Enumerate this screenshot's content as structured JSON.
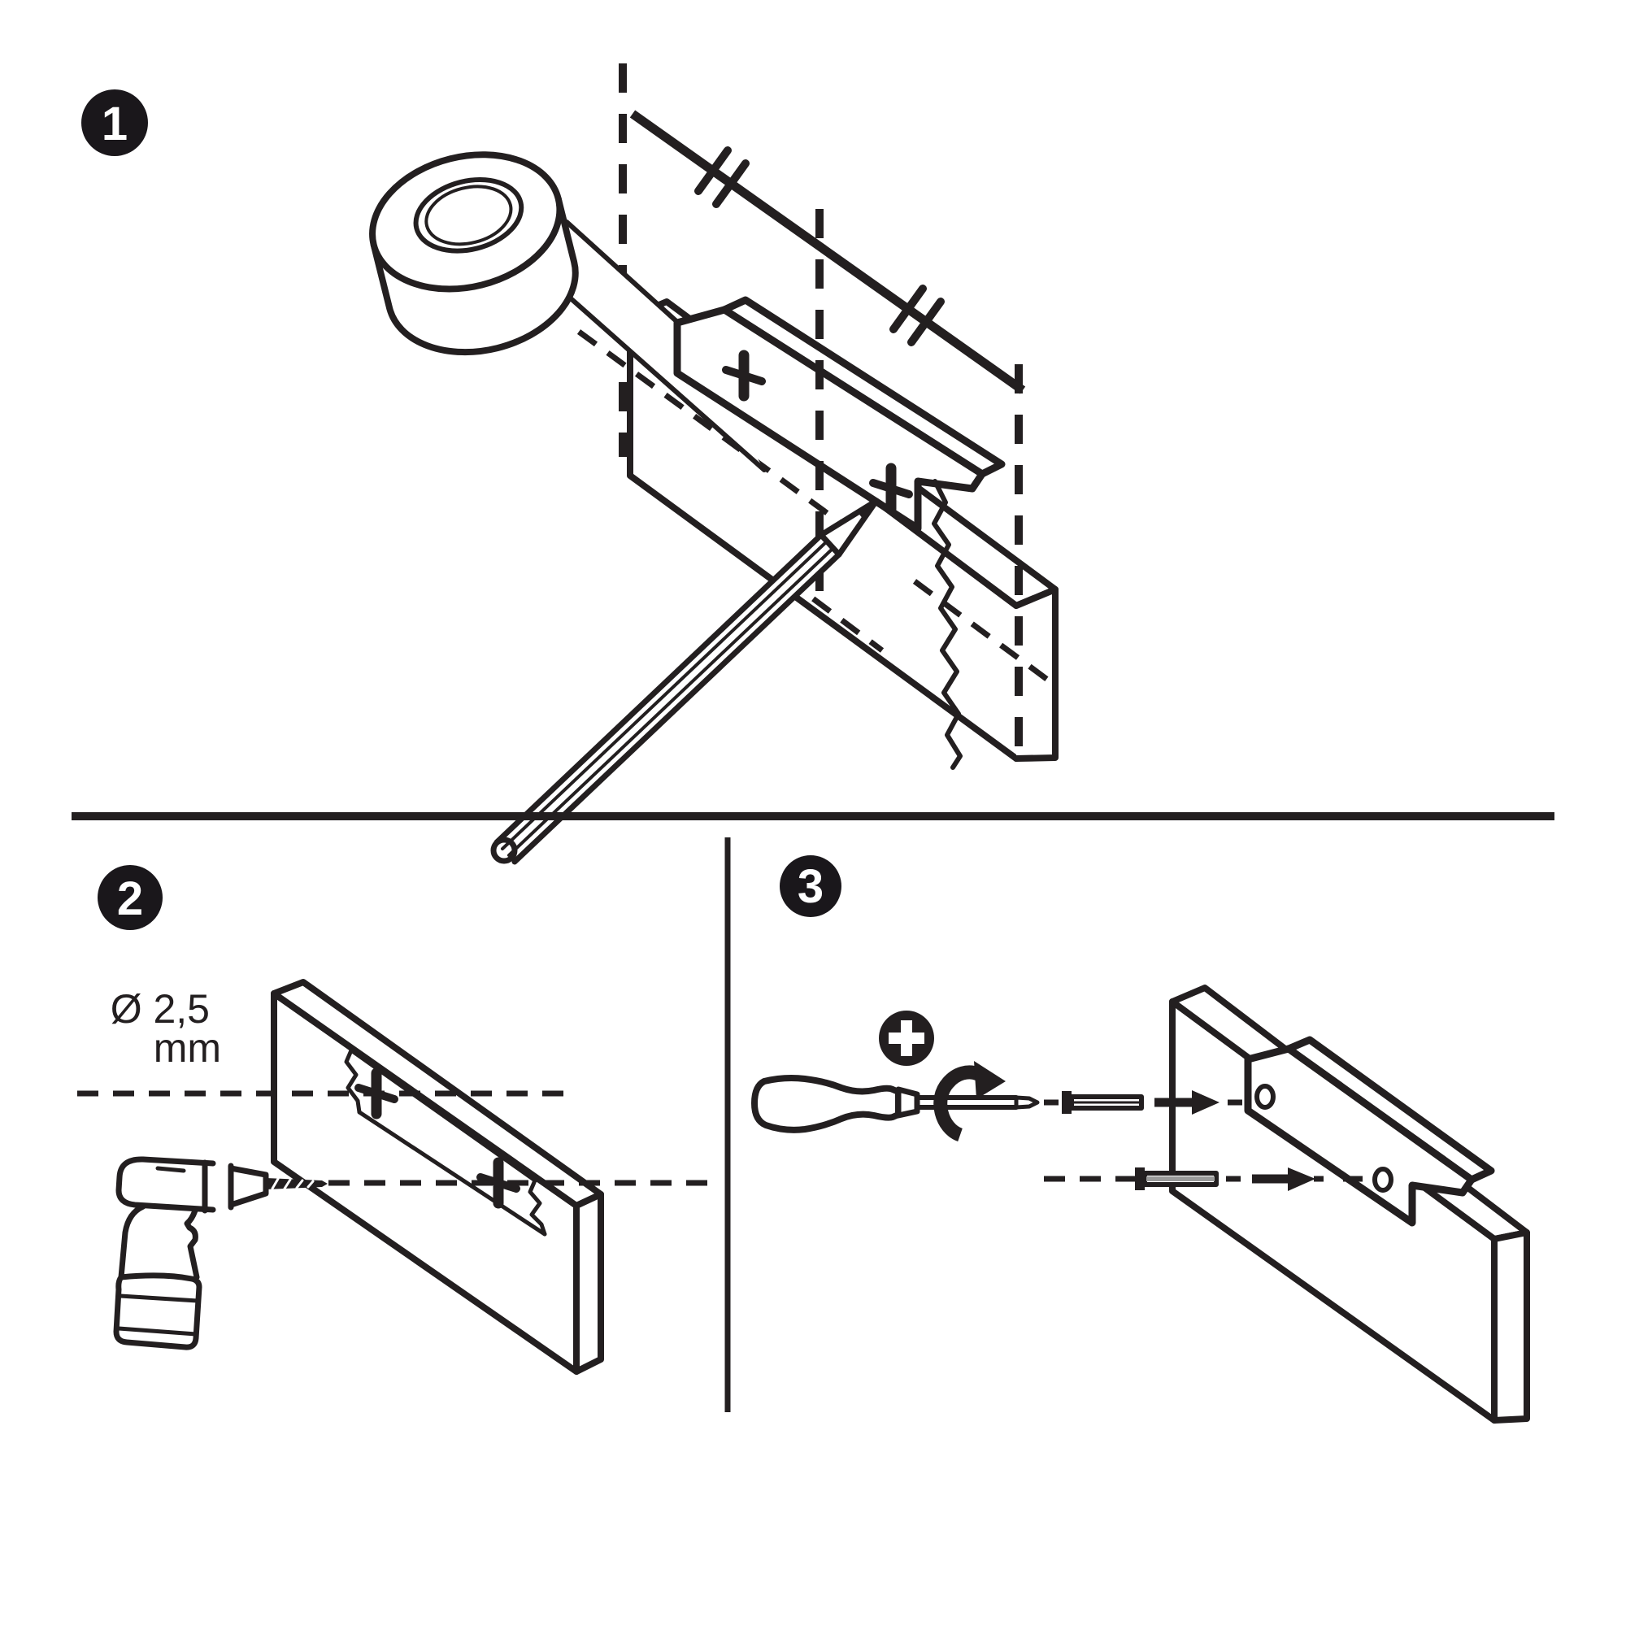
{
  "document": {
    "type": "assembly-instruction-sheet",
    "background_color": "#ffffff",
    "line_color": "#231f20",
    "badge_color": "#1a171b",
    "badge_text_color": "#ffffff",
    "screw_shank_color": "#9a9a9a"
  },
  "steps": [
    {
      "number": "1",
      "illustration": {
        "icons": [
          "tape-roll-icon",
          "tape-strip-icon",
          "wood-board-icon",
          "edge-bracket-icon",
          "cross-mark-icon",
          "pencil-icon",
          "measuring-line-icon",
          "double-tick-marks-icon",
          "vertical-dashed-guide-icon",
          "sketch-zigzag-icon"
        ]
      }
    },
    {
      "number": "2",
      "drill_diameter": {
        "line1": "Ø 2,5",
        "line2": "mm"
      },
      "illustration": {
        "icons": [
          "cordless-drill-icon",
          "drill-bit-icon",
          "wood-board-icon",
          "cross-mark-icon",
          "traced-outline-icon",
          "horizontal-dashed-guide-icon"
        ]
      }
    },
    {
      "number": "3",
      "illustration": {
        "icons": [
          "phillips-head-icon",
          "phillips-screwdriver-icon",
          "rotation-arrow-icon",
          "screw-icon",
          "insertion-arrow-icon",
          "wood-board-icon",
          "edge-bracket-icon",
          "screw-hole-icon",
          "horizontal-dashed-guide-icon"
        ]
      }
    }
  ]
}
